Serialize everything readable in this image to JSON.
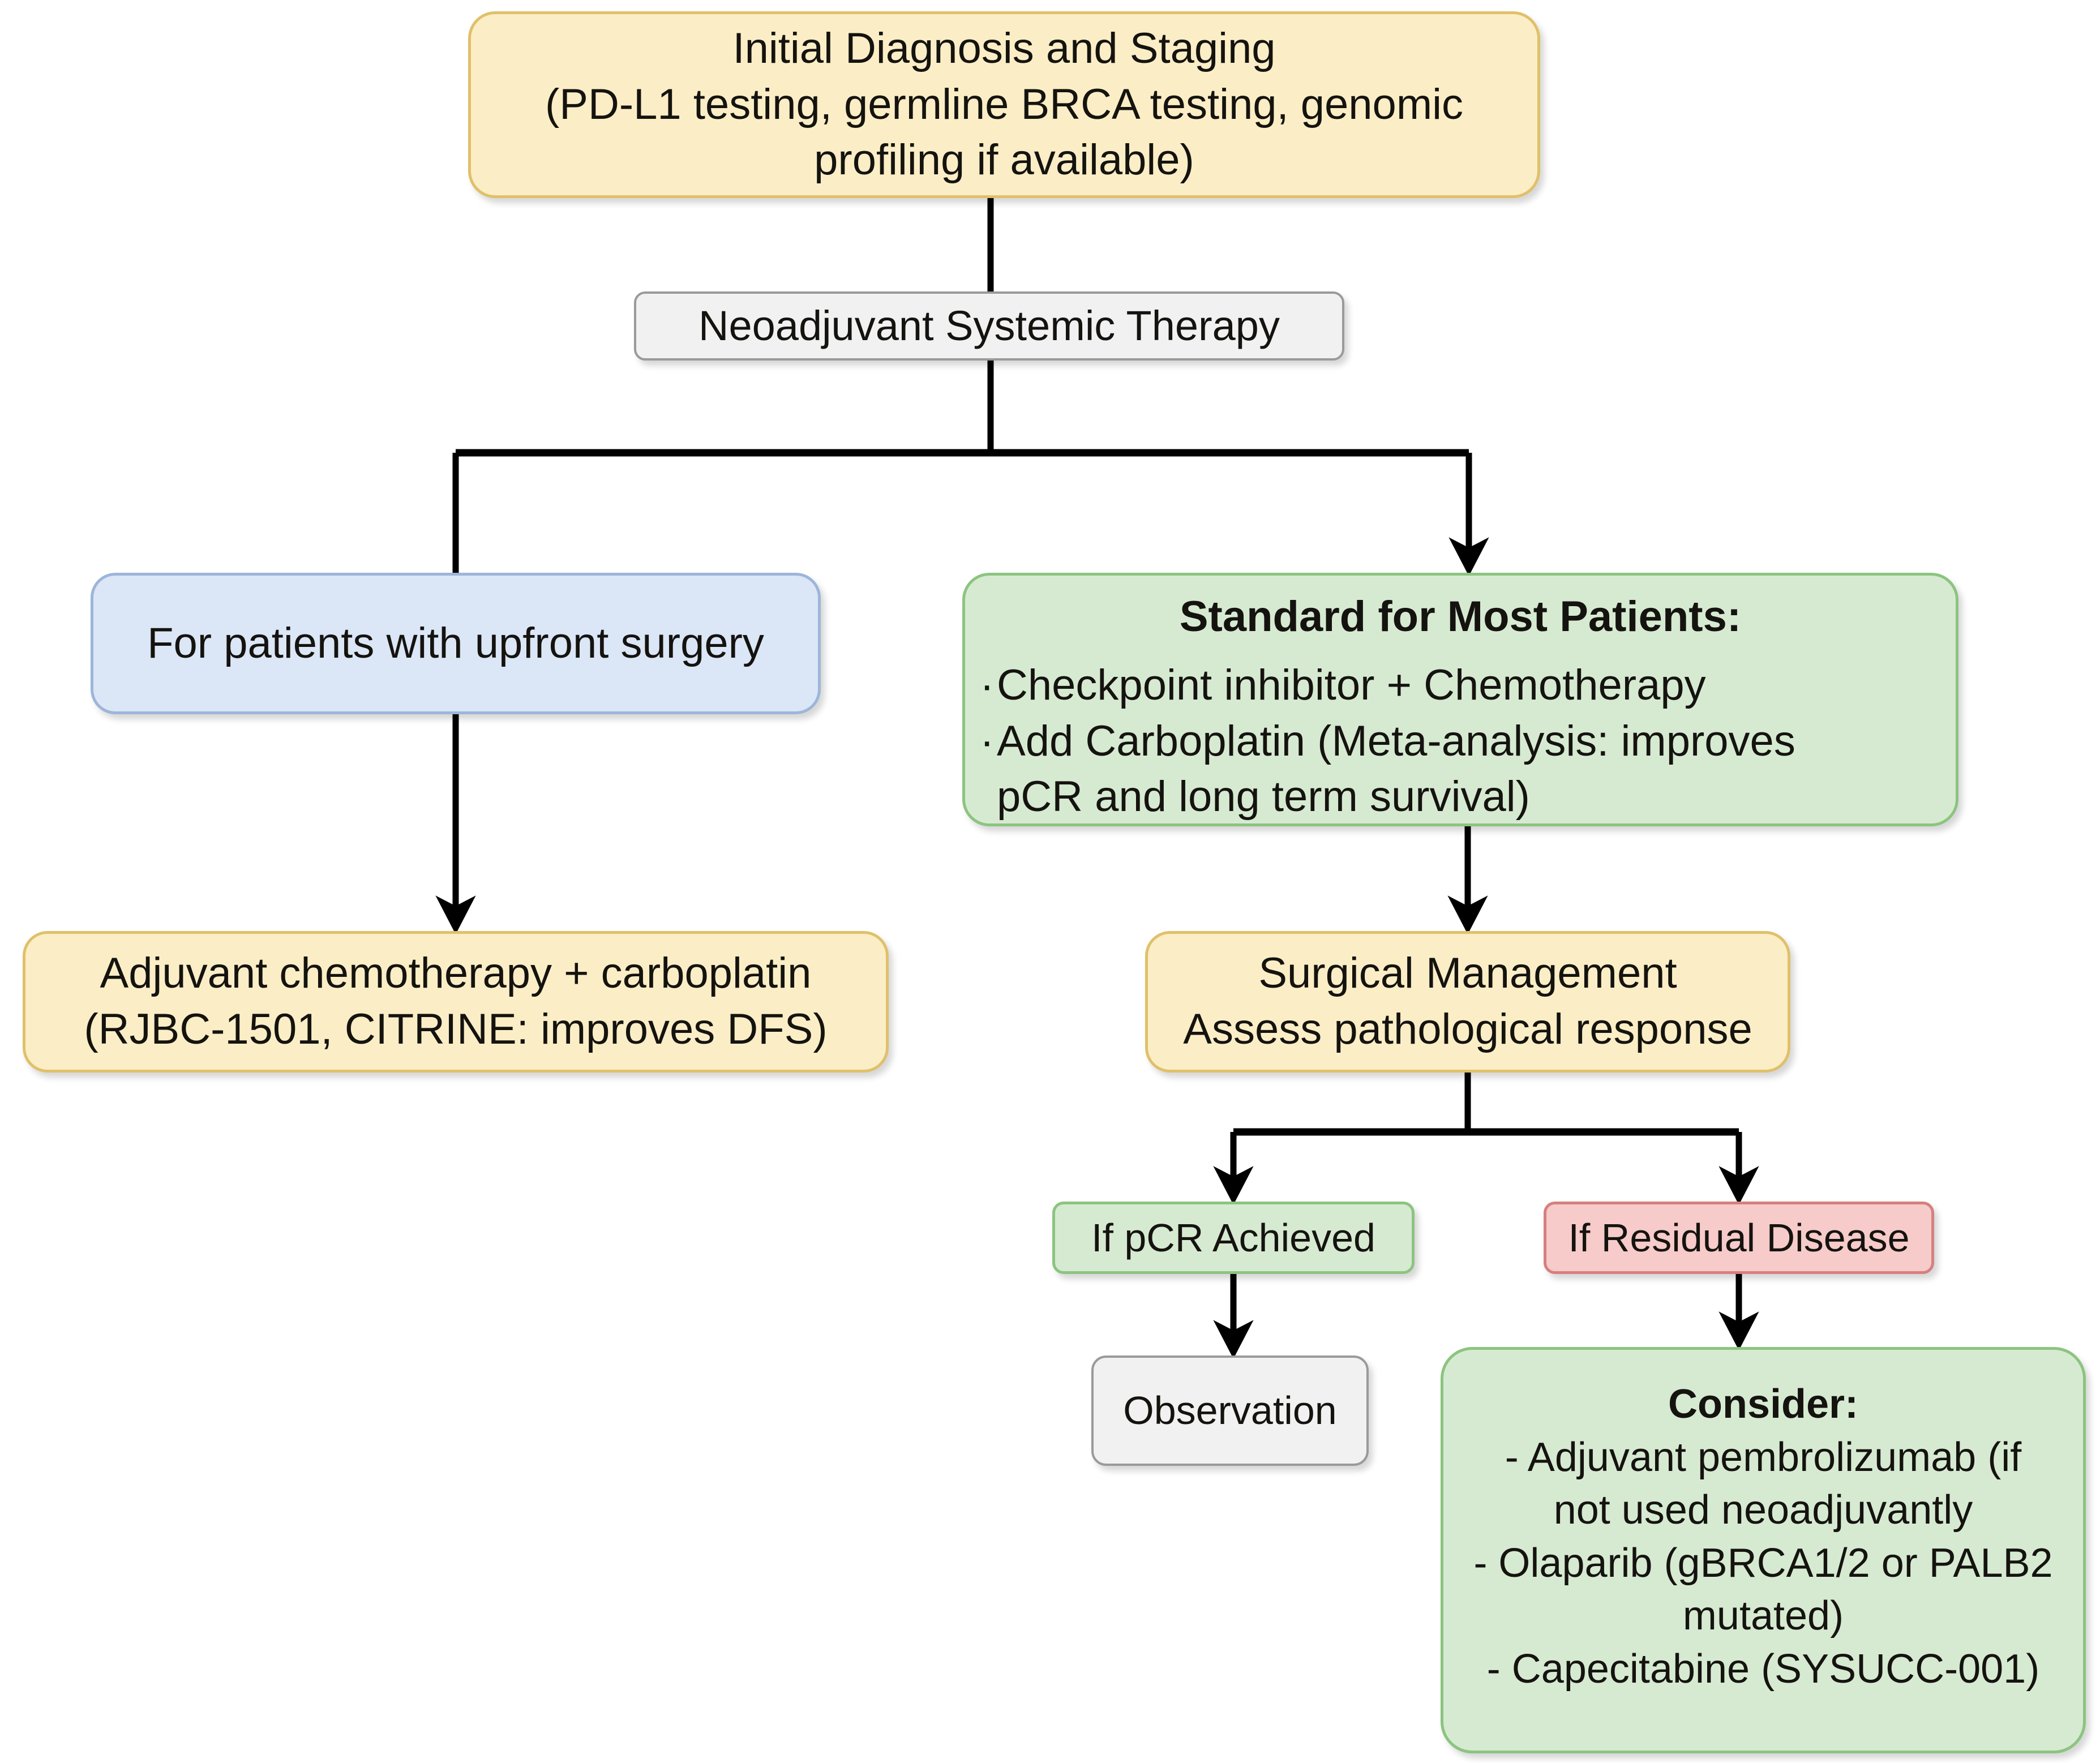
{
  "diagram": {
    "title": "Triple-negative breast cancer neoadjuvant / adjuvant treatment algorithm",
    "colors": {
      "yellow_fill": "#fbeec6",
      "yellow_border": "#e0c06a",
      "green_fill": "#d6ead2",
      "green_border": "#8cc47f",
      "blue_fill": "#dbe6f6",
      "blue_border": "#9cb6d9",
      "pink_fill": "#f6cbc9",
      "pink_border": "#d77f7f",
      "grey_fill": "#f1f1f1",
      "grey_border": "#9a9a9a",
      "edge": "#000000"
    }
  },
  "nodes": {
    "initial": {
      "line1": "Initial Diagnosis and Staging",
      "line2": "(PD-L1 testing, germline BRCA testing, genomic",
      "line3": "profiling if available)"
    },
    "neoadjuvant": {
      "label": "Neoadjuvant Systemic Therapy"
    },
    "upfront": {
      "label": "For patients with upfront surgery"
    },
    "standard": {
      "heading": "Standard for Most Patients:",
      "bullet1": "Checkpoint inhibitor + Chemotherapy",
      "bullet2_line1": "Add Carboplatin (Meta-analysis: improves",
      "bullet2_line2": "pCR and long term survival)",
      "bullet_marker": "·"
    },
    "adjuvant": {
      "line1": "Adjuvant chemotherapy + carboplatin",
      "line2": "(RJBC-1501, CITRINE: improves DFS)"
    },
    "surgical": {
      "line1": "Surgical Management",
      "line2": "Assess pathological response"
    },
    "pcr": {
      "label": "If pCR Achieved"
    },
    "residual": {
      "label": "If Residual Disease"
    },
    "observation": {
      "label": "Observation"
    },
    "consider": {
      "heading": "Consider:",
      "item1_line1": "- Adjuvant pembrolizumab (if",
      "item1_line2": "not used neoadjuvantly",
      "item2_line1": "- Olaparib (gBRCA1/2 or PALB2",
      "item2_line2": "mutated)",
      "item3": "- Capecitabine (SYSUCC-001)"
    }
  },
  "edges": [
    {
      "from": "initial",
      "to": "neoadjuvant",
      "arrowhead": false
    },
    {
      "from": "neoadjuvant",
      "to": "upfront",
      "arrowhead": false
    },
    {
      "from": "neoadjuvant",
      "to": "standard",
      "arrowhead": true
    },
    {
      "from": "upfront",
      "to": "adjuvant",
      "arrowhead": true
    },
    {
      "from": "standard",
      "to": "surgical",
      "arrowhead": true
    },
    {
      "from": "surgical",
      "to": "pcr",
      "arrowhead": true
    },
    {
      "from": "surgical",
      "to": "residual",
      "arrowhead": true
    },
    {
      "from": "pcr",
      "to": "observation",
      "arrowhead": true
    },
    {
      "from": "residual",
      "to": "consider",
      "arrowhead": true
    }
  ]
}
